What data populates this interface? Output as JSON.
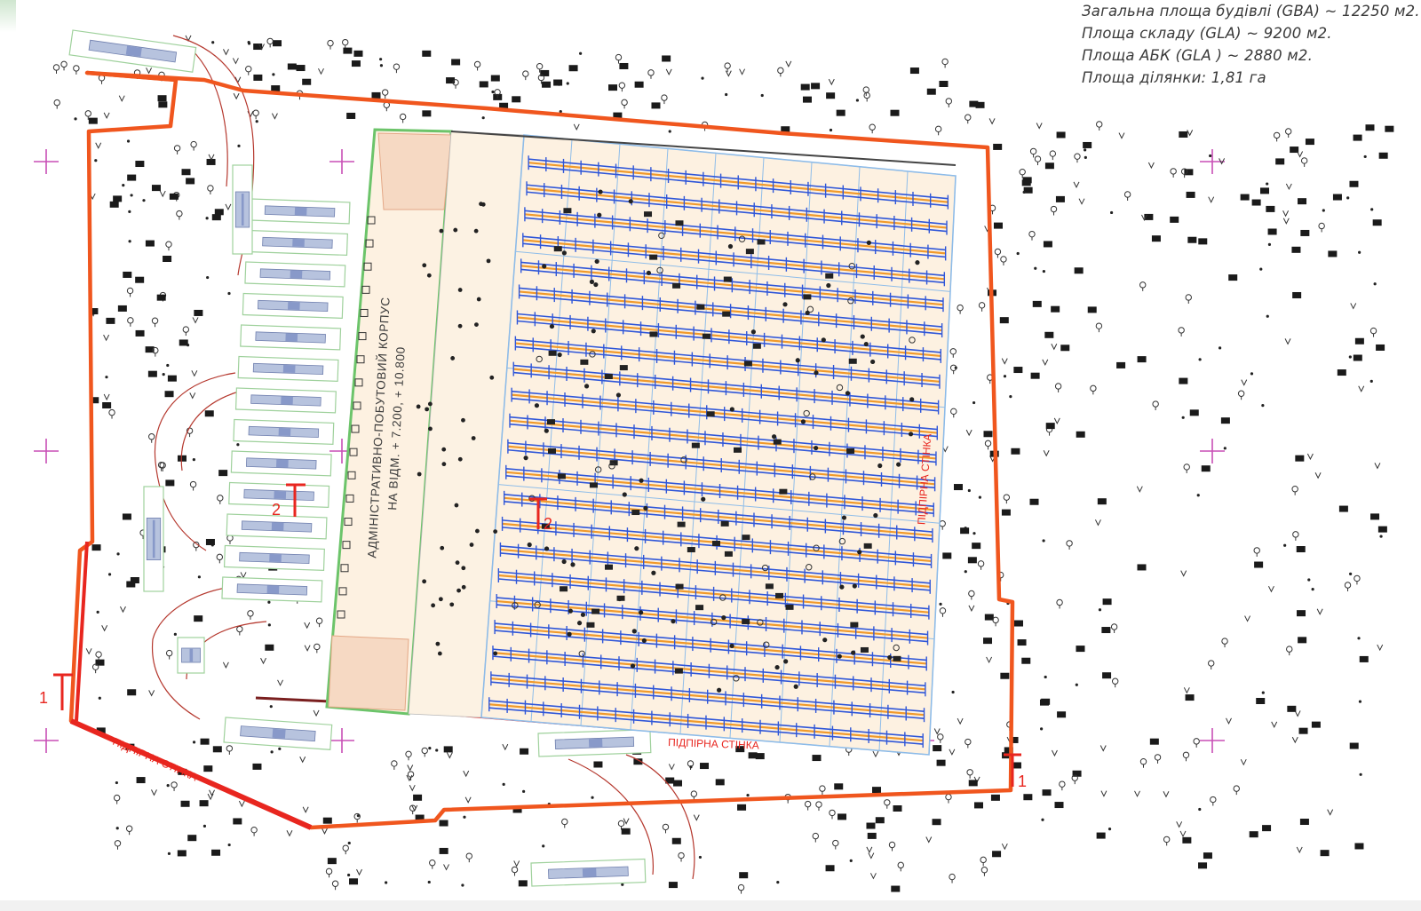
{
  "areas": {
    "gba": "Загальна площа будівлі (GBA) ~ 12250 м2.",
    "gla": "Площа складу (GLA) ~ 9200 м2.",
    "abk": "Площа АБК (GLA ) ~ 2880 м2.",
    "site": "Площа ділянки: 1,81 га"
  },
  "building": {
    "admin_label_line1": "АДМІНІСТРАТИВНО-ПОБУТОВИЙ КОРПУС",
    "admin_label_line2": "НА ВІДМ. + 7.200, + 10.800"
  },
  "walls": {
    "retaining_wall_1": "ПІДПІРНА СТІНКА",
    "retaining_wall_2": "ПІДПІРНА СТІНКА",
    "retaining_wall_3": "ПІДПІРНА СТІНКА"
  },
  "sections": {
    "mark_1_left": "1",
    "mark_1_right": "1",
    "mark_2_left": "2",
    "mark_2_center": "2"
  },
  "colors": {
    "site_boundary": "#f0561e",
    "retaining_wall": "#e8261f",
    "admin_outline": "#6cc46a",
    "warehouse_grid": "#7fb2e6",
    "rack_blue": "#2f56d8",
    "rack_orange": "#f19a2b",
    "building_fill": "#fdf1e1",
    "survey_cross": "#c84fb6"
  }
}
